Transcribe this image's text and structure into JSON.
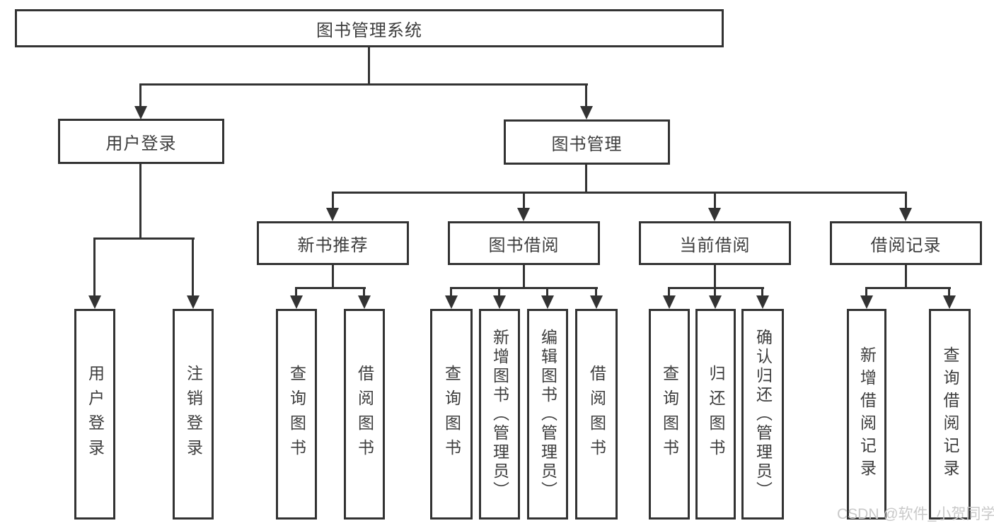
{
  "diagram": {
    "nodes": {
      "root": "图书管理系统",
      "userLogin": "用户登录",
      "bookMgmt": "图书管理",
      "newBookRec": "新书推荐",
      "bookBorrow": "图书借阅",
      "currentBorrow": "当前借阅",
      "borrowRecord": "借阅记录"
    },
    "leaves": {
      "userLogin": [
        "用户登录",
        "注销登录"
      ],
      "newBookRec": [
        "查询图书",
        "借阅图书"
      ],
      "bookBorrow": [
        "查询图书",
        "新增图书（管理员）",
        "编辑图书（管理员）",
        "借阅图书"
      ],
      "currentBorrow": [
        "查询图书",
        "归还图书",
        "确认归还（管理员）"
      ],
      "borrowRecord": [
        "新增借阅记录",
        "查询借阅记录"
      ]
    },
    "watermark": "CSDN @软件_小贺同学",
    "colors": {
      "line": "#333333",
      "text": "#3d3d3d",
      "background": "#ffffff",
      "watermark": "#c9c9c9"
    }
  }
}
